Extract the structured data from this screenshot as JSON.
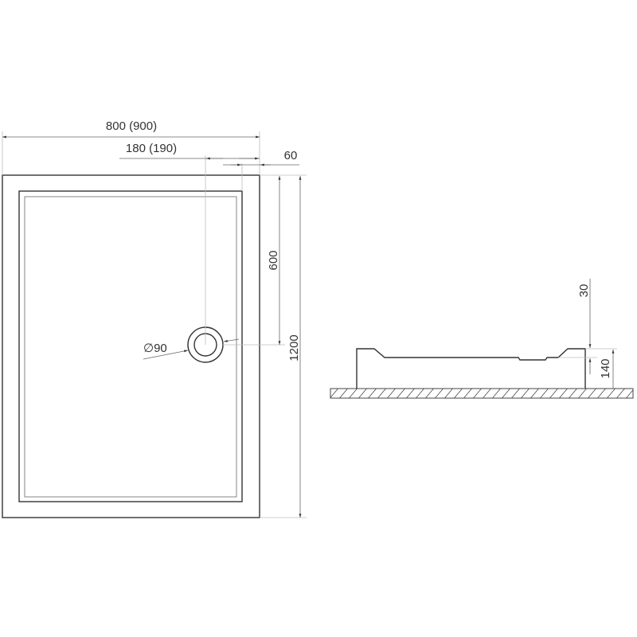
{
  "top_view": {
    "width_label": "800 (900)",
    "drain_offset_label": "180 (190)",
    "edge_offset_label": "60",
    "drain_depth_label": "600",
    "length_label": "1200",
    "drain_diameter_label": "∅90"
  },
  "side_view": {
    "rim_label": "30",
    "height_label": "140"
  },
  "colors": {
    "line": "#333333"
  }
}
